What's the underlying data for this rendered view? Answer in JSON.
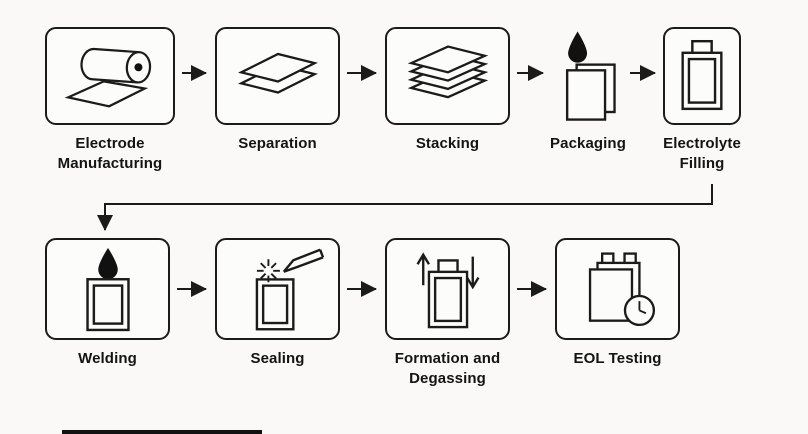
{
  "diagram": {
    "type": "process-flow",
    "subject": "pouch cell battery manufacturing steps"
  },
  "colors": {
    "background": "#faf9f7",
    "stroke": "#1b1b1b",
    "box_fill": "#fcfcfb",
    "text": "#141414"
  },
  "nodes": [
    {
      "label": "Electrode Manufacturing",
      "icon": "electrode-roll-icon"
    },
    {
      "label": "Separation",
      "icon": "separator-sheets-icon"
    },
    {
      "label": "Stacking",
      "icon": "stacked-sheets-icon"
    },
    {
      "label": "Packaging",
      "icon": "pouch-droplet-icon"
    },
    {
      "label": "Electrolyte Filling",
      "icon": "pouch-cell-icon"
    },
    {
      "label": "Welding",
      "icon": "droplet-cell-icon"
    },
    {
      "label": "Sealing",
      "icon": "torch-spark-cell-icon"
    },
    {
      "label": "Formation and Degassing",
      "icon": "cell-updown-arrows-icon"
    },
    {
      "label": "EOL Testing",
      "icon": "cell-clock-icon"
    }
  ],
  "edges": [
    {
      "from": "Electrode Manufacturing",
      "to": "Separation"
    },
    {
      "from": "Separation",
      "to": "Stacking"
    },
    {
      "from": "Stacking",
      "to": "Packaging"
    },
    {
      "from": "Packaging",
      "to": "Electrolyte Filling"
    },
    {
      "from": "Electrolyte Filling",
      "to": "Welding"
    },
    {
      "from": "Welding",
      "to": "Sealing"
    },
    {
      "from": "Sealing",
      "to": "Formation and Degassing"
    },
    {
      "from": "Formation and Degassing",
      "to": "EOL Testing"
    }
  ]
}
